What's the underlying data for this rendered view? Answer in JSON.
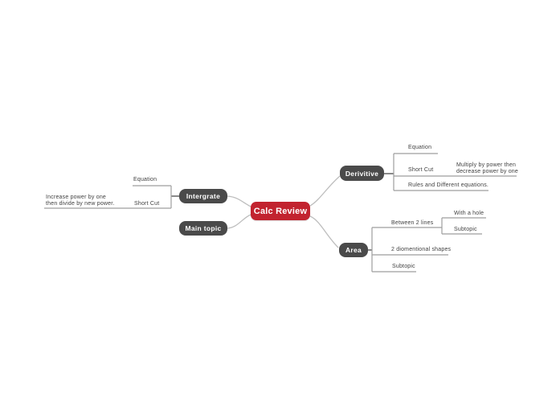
{
  "root": {
    "label": "Calc Review",
    "color": "#c2232f",
    "text_color": "#ffffff"
  },
  "branches": {
    "derivitive": {
      "label": "Derivitive",
      "children": {
        "equation": "Equation",
        "short_cut": "Short Cut",
        "short_cut_child": "Multiply by power then\ndecrease power by one",
        "rules": "Rules and Different equations."
      }
    },
    "area": {
      "label": "Area",
      "children": {
        "between_2_lines": "Between 2 lines",
        "with_a_hole": "With a hole",
        "between_subtopic": "Subtopic",
        "shapes": "2 diomentional shapes",
        "subtopic": "Subtopic"
      }
    },
    "intergrate": {
      "label": "Intergrate",
      "children": {
        "equation": "Equation",
        "short_cut": "Short Cut",
        "short_cut_child": "Increase power by one\nthen divide by new power."
      }
    },
    "main_topic": {
      "label": "Main topic"
    }
  },
  "colors": {
    "node_dark": "#4a4a4a",
    "node_root": "#c2232f",
    "branch_line": "#9e9e9e",
    "curve_line": "#bdbdbd",
    "label_text": "#3f3f3f",
    "background": "#ffffff"
  }
}
